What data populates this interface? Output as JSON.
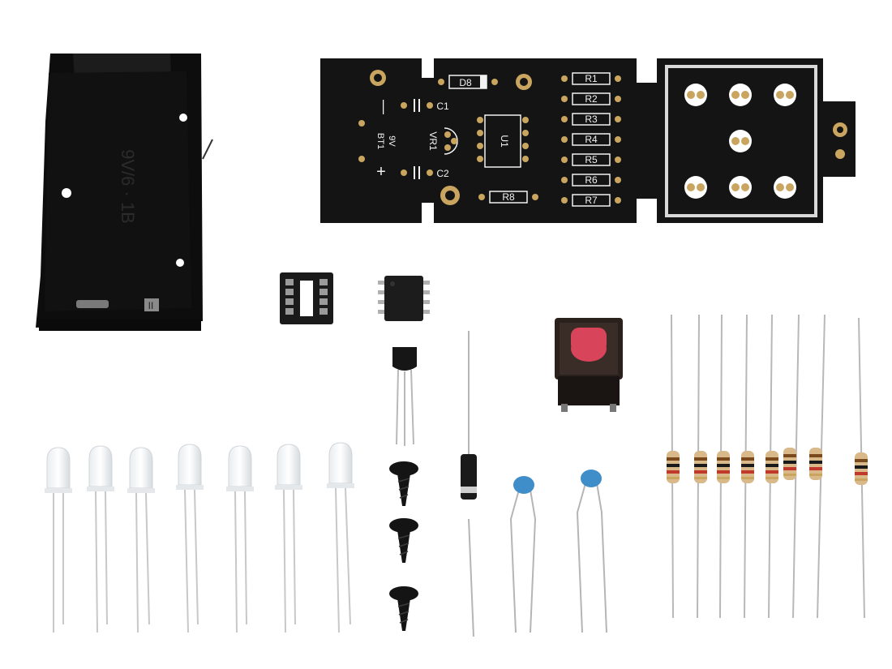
{
  "pcb": {
    "silkscreen": {
      "minus": "—",
      "plus": "+",
      "battery_voltage": "9V",
      "battery_ref": "BT1",
      "diode": "D8",
      "cap1": "C1",
      "cap2": "C2",
      "trimmer": "VR1",
      "ic": "U1",
      "r8": "R8"
    },
    "resistor_labels": [
      "R1",
      "R2",
      "R3",
      "R4",
      "R5",
      "R6",
      "R7"
    ]
  },
  "battery_holder": {
    "embossed_text": "9V/6 · 1B",
    "polarity_mark": "II"
  },
  "colors": {
    "pcb": "#141414",
    "silk": "#f2f2f2",
    "pad": "#c9a560",
    "button_cap": "#d8445a",
    "capacitor": "#3f8ec9",
    "resistor_body": "#d9b88a"
  },
  "parts": {
    "led_count": 7,
    "resistor_count": 8,
    "screw_count": 3,
    "capacitor_count": 2
  },
  "icons": {
    "pcb": "pcb-board-icon",
    "battery": "battery-holder-icon",
    "led": "led-icon",
    "resistor": "resistor-icon",
    "capacitor": "ceramic-capacitor-icon",
    "diode": "diode-icon",
    "ic": "ic-chip-icon",
    "socket": "ic-socket-icon",
    "transistor": "transistor-icon",
    "button": "push-button-icon",
    "screw": "screw-icon"
  }
}
